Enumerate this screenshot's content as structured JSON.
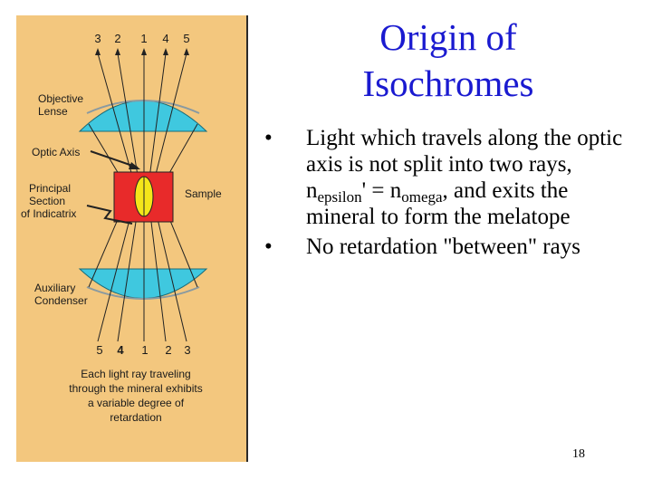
{
  "slide": {
    "title_lines": [
      "Origin of",
      "Isochromes"
    ],
    "bullets": [
      {
        "marker": "•",
        "text_before": "Light which travels along the optic axis is not split into two rays, n",
        "sub1": "epsilon",
        "text_mid": "' = n",
        "sub2": "omega",
        "text_after": ", and exits the mineral to form the melatope"
      },
      {
        "marker": "•",
        "text": "No retardation \"between\" rays"
      }
    ],
    "slide_number": "18"
  },
  "figure": {
    "top_ray_numbers": [
      "3",
      "2",
      "1",
      "4",
      "5"
    ],
    "bottom_ray_numbers": [
      "5",
      "4",
      "1",
      "2",
      "3"
    ],
    "labels": {
      "objective": [
        "Objective",
        "Lense"
      ],
      "optic_axis": "Optic Axis",
      "principal_section": [
        "Principal",
        "Section",
        "of Indicatrix"
      ],
      "sample": "Sample",
      "auxiliary_condenser": [
        "Auxiliary",
        "Condenser"
      ],
      "caption": [
        "Each light ray traveling",
        "through the mineral exhibits",
        "a variable degree of",
        "retardation"
      ]
    },
    "colors": {
      "background": "#f3c77e",
      "lens": "#3fc8df",
      "sample": "#e82a2a",
      "indicatrix": "#f4e61a",
      "title": "#1a1ad0"
    }
  }
}
